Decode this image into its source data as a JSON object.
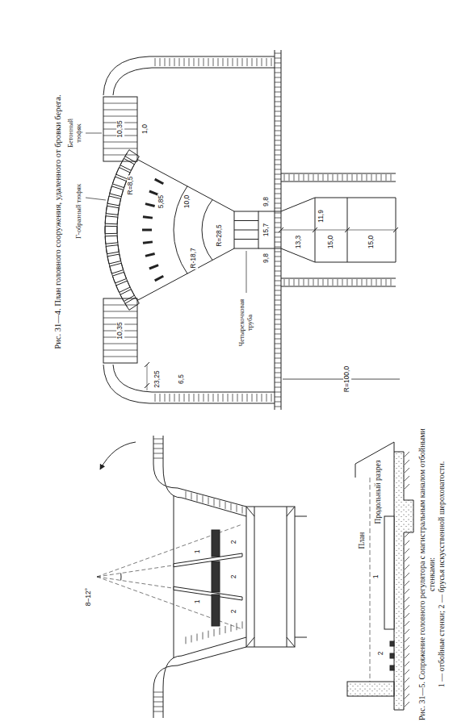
{
  "diagram": {
    "labels": [
      "Рис. 31—4. План головного сооружения, удаленного от бровки берега.",
      "Бетонный тюфяк",
      "Г-образный тюфяк",
      "10,35",
      "1,0",
      "R=8,5",
      "5,85",
      "10,0",
      "R-18,7",
      "R=28,5",
      "23,25",
      "6,5",
      "10,35",
      "R=100,0",
      "13,3",
      "15,0",
      "15,0",
      "11,9",
      "9,8",
      "15,7",
      "9,8",
      "Четырехочковая труба",
      "Продольный разрез",
      "План",
      "8–12°",
      "1",
      "1",
      "2",
      "2",
      "2",
      "1",
      "2",
      "Рис. 31—5. Сопряжение головного регулятора с магистральным каналом отбойными стенками:",
      "1 — отбойные стенки; 2 — брусья искусственной шероховатости."
    ]
  }
}
